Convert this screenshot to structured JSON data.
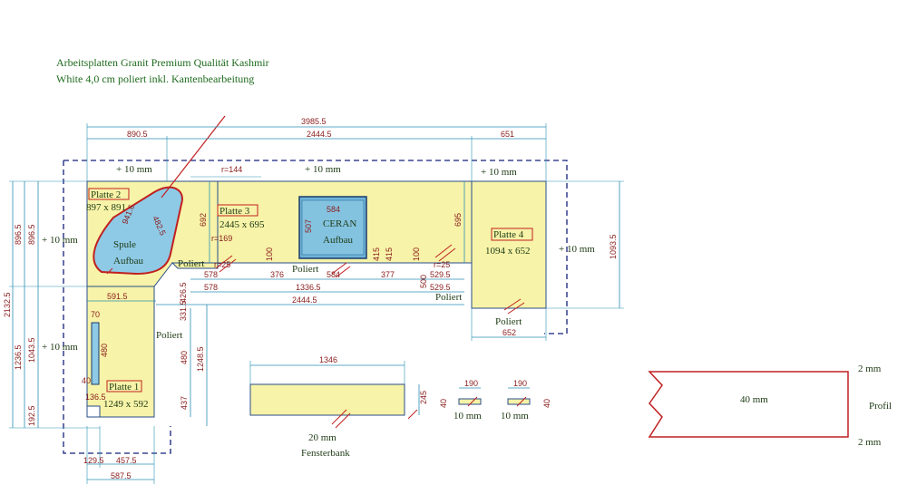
{
  "title": {
    "line1": "Arbeitsplatten Granit Premium Qualität Kashmir",
    "line2": "White 4,0 cm poliert inkl. Kantenbearbeitung"
  },
  "plates": [
    {
      "label": "Platte 2",
      "size": "897 x 891"
    },
    {
      "label": "Platte 3",
      "size": "2445 x 695"
    },
    {
      "label": "Platte 4",
      "size": "1094 x 652"
    },
    {
      "label": "Platte 1",
      "size": "1249 x 592"
    }
  ],
  "cutouts": {
    "spule_line1": "Spule",
    "spule_line2": "Aufbau",
    "ceran_line1": "CERAN",
    "ceran_line2": "Aufbau"
  },
  "margin_labels": {
    "top_left": "+ 10 mm",
    "top_mid": "+ 10 mm",
    "top_right": "+ 10 mm",
    "left_upper": "+ 10 mm",
    "left_lower": "+ 10 mm",
    "right": "+ 10 mm"
  },
  "poliert": [
    "Poliert",
    "Poliert",
    "Poliert",
    "Poliert",
    "Poliert"
  ],
  "dims": {
    "top_total": "3985.5",
    "top_a": "890.5",
    "top_b": "2444.5",
    "top_c": "651",
    "left_outer": "2132.5",
    "left_upper_1": "896.5",
    "left_upper_2": "896.5",
    "left_lower_1": "1236.5",
    "left_lower_2": "1043.5",
    "left_bottom": "192.5",
    "right_total": "1093.5",
    "d692": "692",
    "d695": "695",
    "d584a": "584",
    "d507": "507",
    "d941": "941.6",
    "d482": "482.5",
    "r144": "r=144",
    "r169": "r=169",
    "r25a": "r=25",
    "r25b": "r=25",
    "d578a": "578",
    "d578b": "578",
    "d376": "376",
    "d584b": "584",
    "d377": "377",
    "d5295a": "529.5",
    "d5295b": "529.5",
    "d13365": "1336.5",
    "d24445": "2444.5",
    "d100a": "100",
    "d4155": "415",
    "d4155b": "415",
    "d100b": "100",
    "d500": "500",
    "d4265": "426.5",
    "d3315": "331.5",
    "d5915": "591.5",
    "d70": "70",
    "d480a": "480",
    "d480b": "480",
    "d12485": "1248.5",
    "d437": "437",
    "d40": "40",
    "d1365": "136.5",
    "d1295": "129.5",
    "d4575": "457.5",
    "d5875": "587.5",
    "d652": "652",
    "d1346": "1346",
    "d245": "245",
    "d190a": "190",
    "d190b": "190",
    "d40b": "40",
    "d40c": "40"
  },
  "fensterbank": {
    "thickness": "20 mm",
    "label": "Fensterbank"
  },
  "sill_sections": {
    "a": "10 mm",
    "b": "10 mm"
  },
  "profil": {
    "top": "2 mm",
    "center": "40 mm",
    "bottom": "2 mm",
    "label": "Profil"
  }
}
